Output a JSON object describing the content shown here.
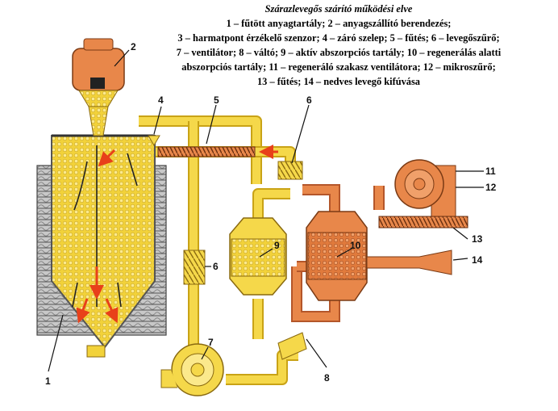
{
  "caption": {
    "title": "Szárazlevegős szárító működési elve",
    "lines": [
      "1 – fűtött anyagtartály; 2 – anyagszállító berendezés;",
      "3 – harmatpont érzékelő szenzor; 4 – záró szelep; 5 – fűtés; 6 – levegőszűrő;",
      "7 – ventilátor; 8 – váltó; 9 – aktív abszorpciós tartály; 10 – regenerálás alatti",
      "abszorpciós tartály; 11 – regeneráló szakasz ventilátora; 12 – mikroszűrő;",
      "13 – fűtés; 14 – nedves levegő kifúvása"
    ]
  },
  "labels": [
    "1",
    "2",
    "4",
    "5",
    "6",
    "6",
    "7",
    "8",
    "9",
    "10",
    "11",
    "12",
    "13",
    "14"
  ],
  "colors": {
    "yellow": "#f5d84a",
    "yellow_dark": "#c9a316",
    "orange": "#e8874a",
    "orange_dark": "#b4562a",
    "grey": "#8a8a8a",
    "red_arrow": "#e8401a"
  }
}
